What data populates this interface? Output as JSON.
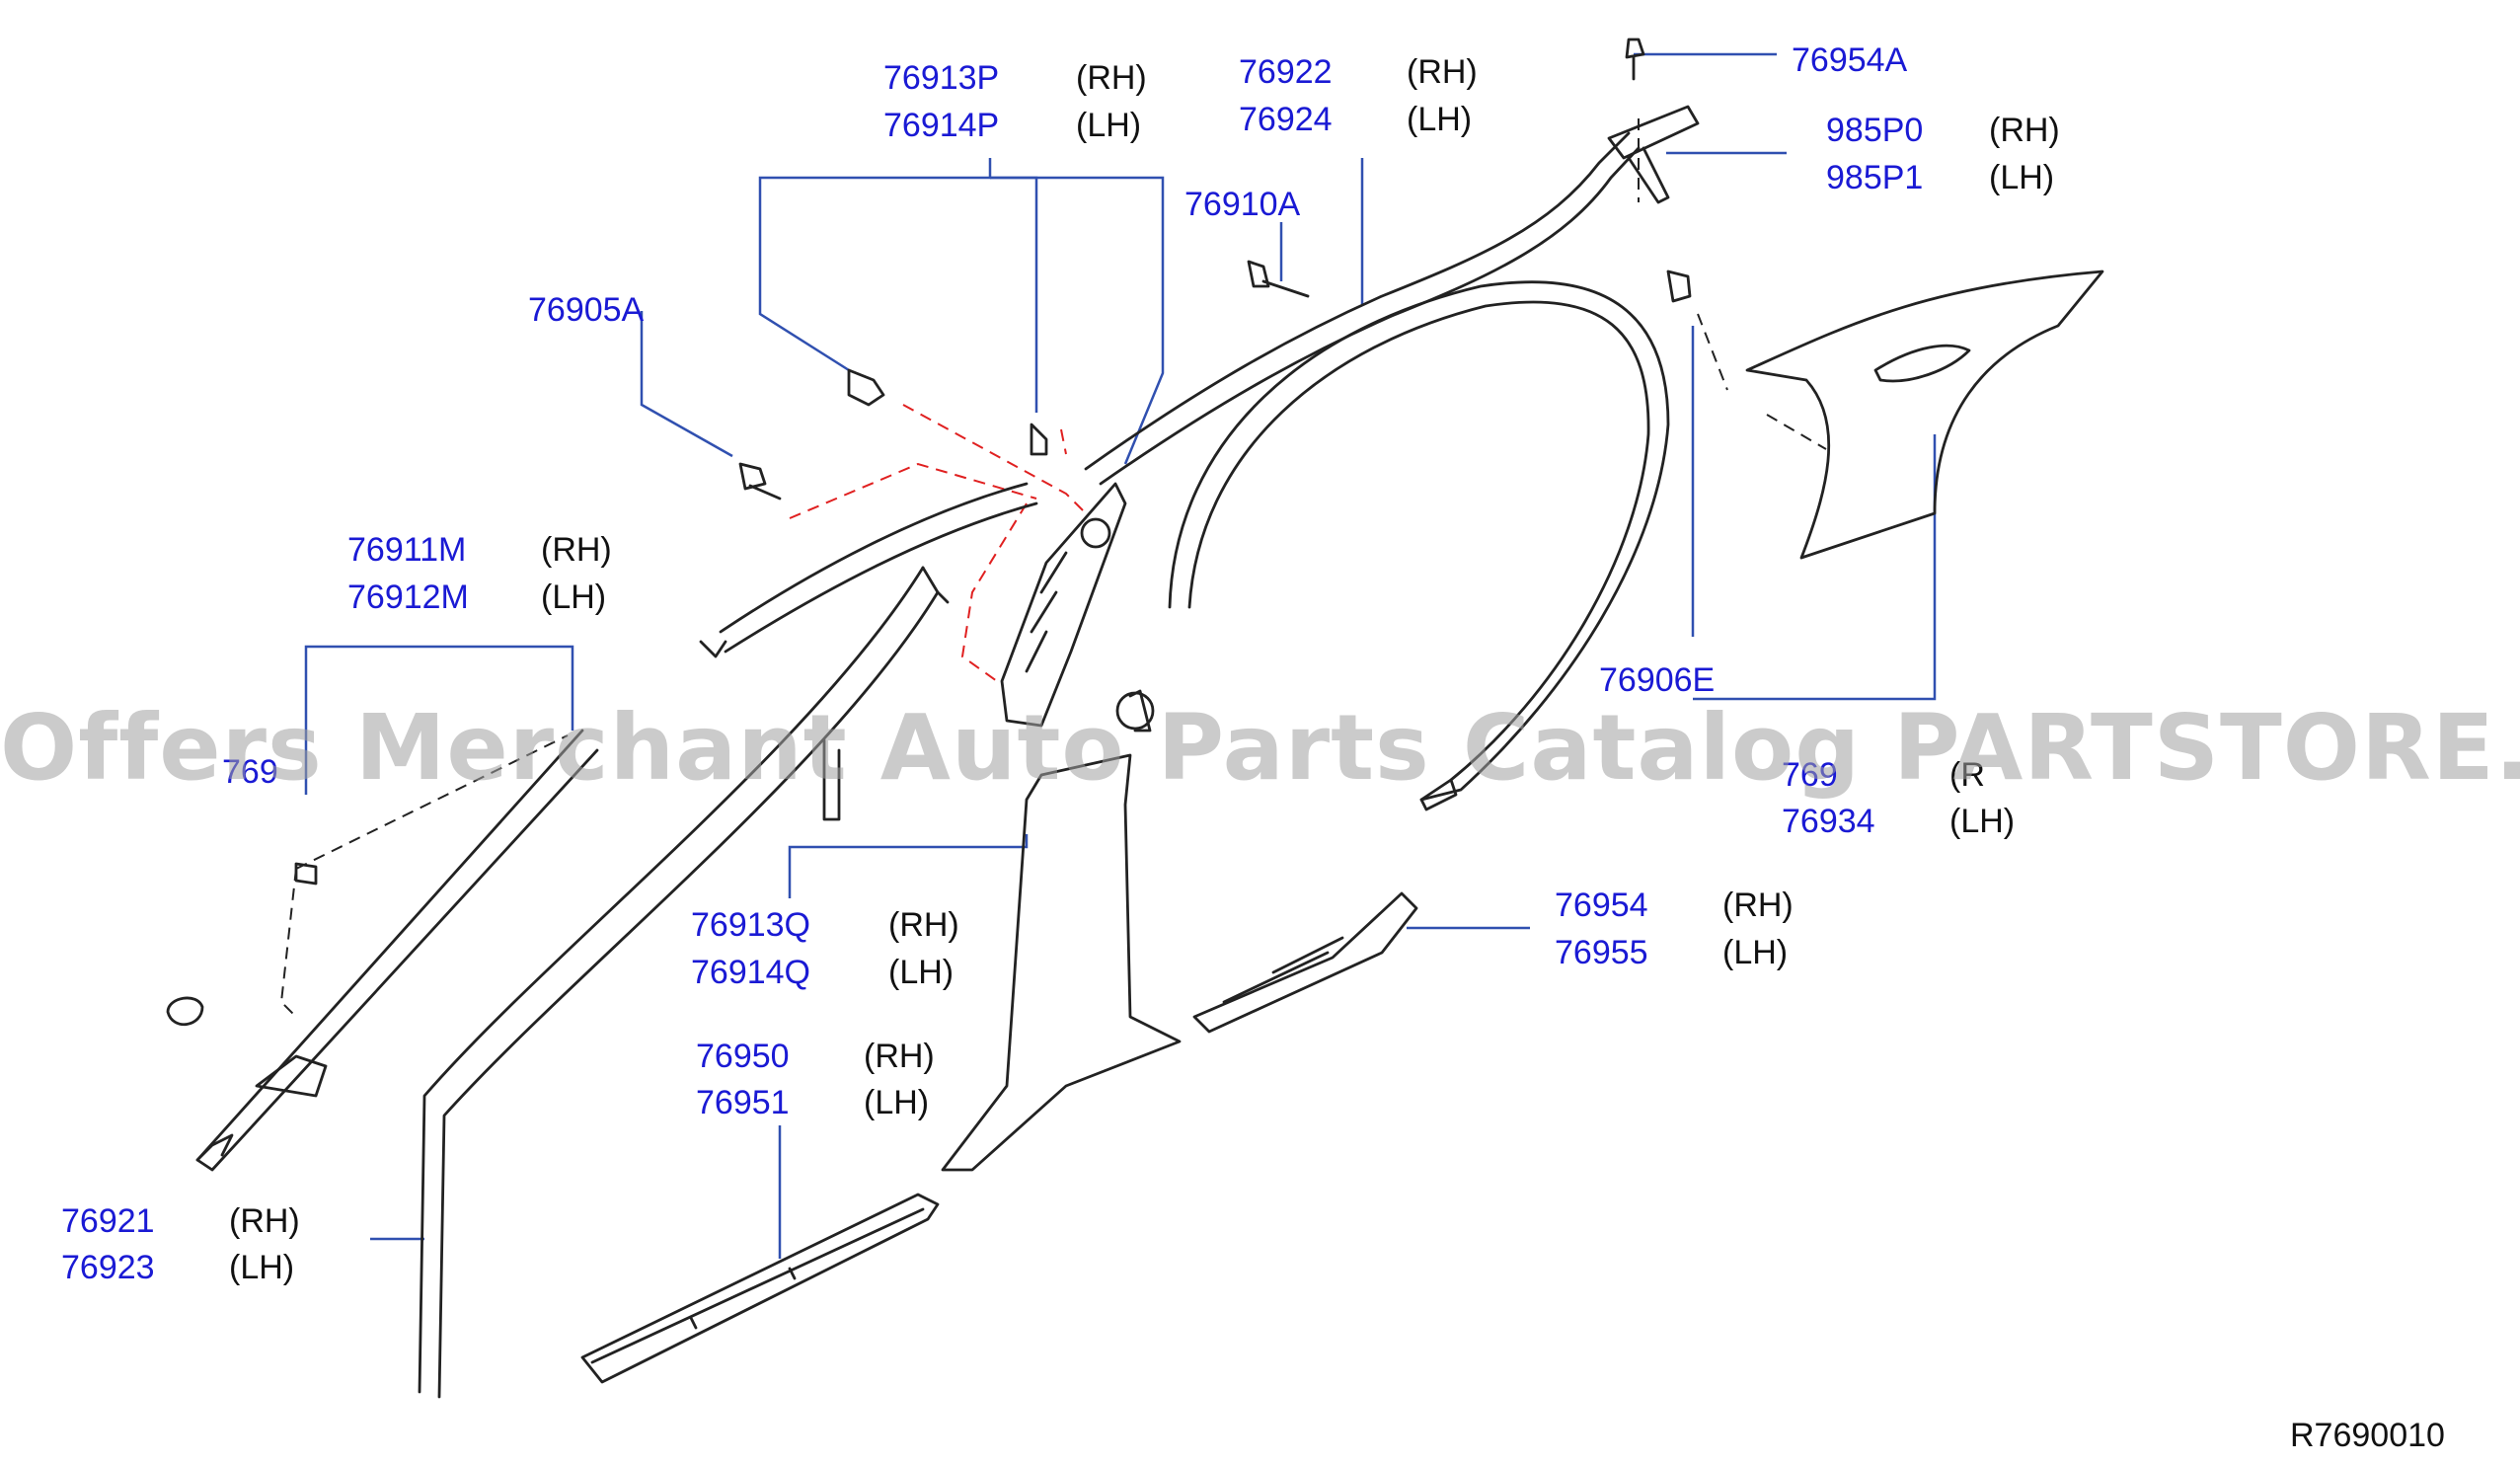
{
  "callouts": [
    {
      "part": "76913P",
      "side": "(RH)"
    },
    {
      "part": "76914P",
      "side": "(LH)"
    },
    {
      "part": "76922",
      "side": "(RH)"
    },
    {
      "part": "76924",
      "side": "(LH)"
    },
    {
      "part": "76954A",
      "side": ""
    },
    {
      "part": "985P0",
      "side": "(RH)"
    },
    {
      "part": "985P1",
      "side": "(LH)"
    },
    {
      "part": "76910A",
      "side": ""
    },
    {
      "part": "76905A",
      "side": ""
    },
    {
      "part": "76911M",
      "side": "(RH)"
    },
    {
      "part": "76912M",
      "side": "(LH)"
    },
    {
      "part": "76906E",
      "side": ""
    },
    {
      "part": "769",
      "side": "(R"
    },
    {
      "part": "76934",
      "side": "(LH)"
    },
    {
      "part": "76913Q",
      "side": "(RH)"
    },
    {
      "part": "76914Q",
      "side": "(LH)"
    },
    {
      "part": "76954",
      "side": "(RH)"
    },
    {
      "part": "76955",
      "side": "(LH)"
    },
    {
      "part": "76950",
      "side": "(RH)"
    },
    {
      "part": "76951",
      "side": "(LH)"
    },
    {
      "part": "76921",
      "side": "(RH)"
    },
    {
      "part": "76923",
      "side": "(LH)"
    },
    {
      "part": "769",
      "side": ""
    }
  ],
  "watermark": "Offers Merchant Auto Parts Catalog PARTSTORE.SA",
  "reference": "R7690010",
  "colors": {
    "part_number": "#1a1ad4",
    "leader": "#3050b0",
    "outline": "#222222",
    "dashed_link": "#e02020"
  }
}
